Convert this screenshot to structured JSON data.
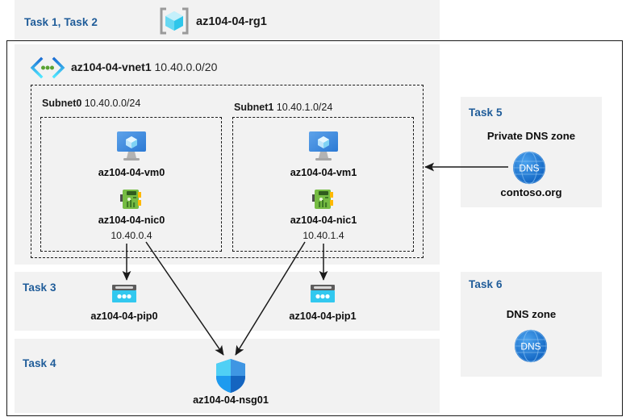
{
  "header": {
    "task_label": "Task 1, Task 2",
    "resource_group_name": "az104-04-rg1",
    "resource_group_icon": "resource-group-icon"
  },
  "vnet": {
    "name": "az104-04-vnet1",
    "cidr": "10.40.0.0/20",
    "icon": "virtual-network-icon"
  },
  "subnets": [
    {
      "name": "Subnet0",
      "cidr": "10.40.0.0/24",
      "vm": {
        "name": "az104-04-vm0",
        "icon": "virtual-machine-icon"
      },
      "nic": {
        "name": "az104-04-nic0",
        "ip": "10.40.0.4",
        "icon": "network-interface-icon"
      }
    },
    {
      "name": "Subnet1",
      "cidr": "10.40.1.0/24",
      "vm": {
        "name": "az104-04-vm1",
        "icon": "virtual-machine-icon"
      },
      "nic": {
        "name": "az104-04-nic1",
        "ip": "10.40.1.4",
        "icon": "network-interface-icon"
      }
    }
  ],
  "task3": {
    "task_label": "Task 3",
    "pip0": {
      "name": "az104-04-pip0",
      "icon": "public-ip-address-icon"
    },
    "pip1": {
      "name": "az104-04-pip1",
      "icon": "public-ip-address-icon"
    }
  },
  "task4": {
    "task_label": "Task 4",
    "nsg": {
      "name": "az104-04-nsg01",
      "icon": "network-security-group-icon"
    }
  },
  "task5": {
    "task_label": "Task 5",
    "zone_title": "Private DNS zone",
    "zone_name": "contoso.org",
    "icon": "dns-zone-icon",
    "icon_text": "DNS"
  },
  "task6": {
    "task_label": "Task 6",
    "zone_title": "DNS zone",
    "icon": "dns-zone-icon",
    "icon_text": "DNS"
  },
  "colors": {
    "panel_background": "#f2f2f2",
    "task_label_blue": "#1f5c99",
    "border_dark": "#1a1a1a",
    "vm_blue": "#3f8fe0",
    "pip_cyan": "#32c8ef",
    "nic_green": "#6fbd44",
    "nic_orange": "#ffb900",
    "nsg_blue": "#1e88e5",
    "dns_blue": "#1f7bd4",
    "vnet_icon_blue": "#1b6fd4",
    "vnet_icon_green": "#5aa332",
    "rg_icon_cyan": "#5fd6f2",
    "arrow": "#1a1a1a"
  },
  "connections": [
    {
      "from": "az104-04-nic0",
      "to": "az104-04-pip0",
      "type": "arrow-down"
    },
    {
      "from": "az104-04-nic1",
      "to": "az104-04-pip1",
      "type": "arrow-down"
    },
    {
      "from": "az104-04-nic0",
      "to": "az104-04-nsg01",
      "type": "arrow-diagonal"
    },
    {
      "from": "az104-04-nic1",
      "to": "az104-04-nsg01",
      "type": "arrow-diagonal"
    },
    {
      "from": "contoso.org",
      "to": "Subnet1",
      "type": "arrow-left"
    }
  ]
}
